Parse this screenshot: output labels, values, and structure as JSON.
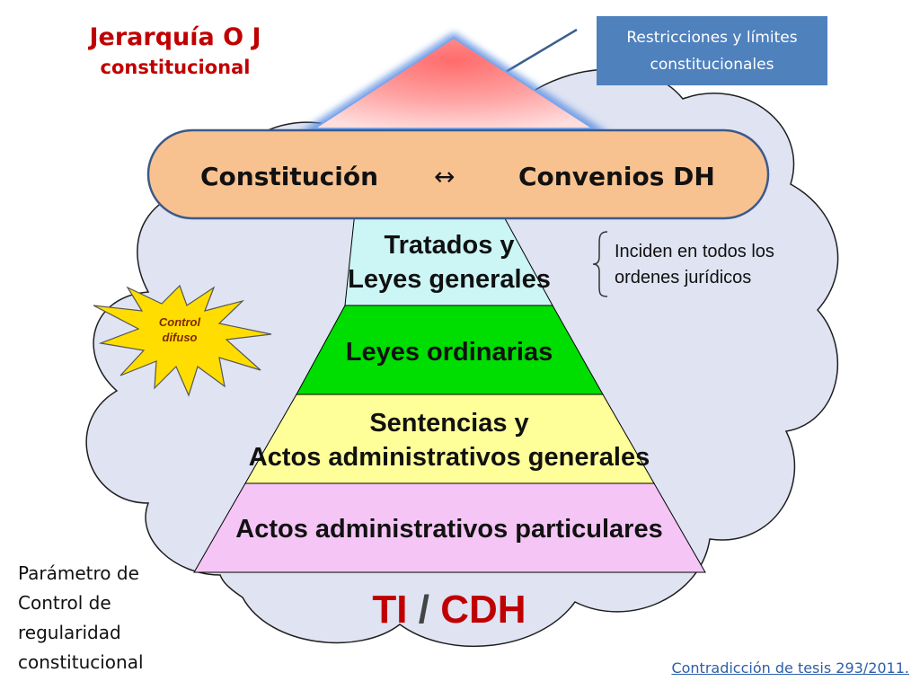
{
  "title": {
    "line1": "Jerarquía O J",
    "line2": "constitucional"
  },
  "callout": {
    "line1": "Restricciones y límites",
    "line2": "constitucionales"
  },
  "oval": {
    "left": "Constitución",
    "arrow": "↔",
    "right": "Convenios DH"
  },
  "levels": [
    {
      "line1": "Tratados y",
      "line2": "Leyes generales"
    },
    {
      "line1": "Leyes ordinarias"
    },
    {
      "line1": "Sentencias y",
      "line2": "Actos administrativos generales"
    },
    {
      "line1": "Actos administrativos particulares"
    }
  ],
  "side_note": {
    "line1": "Inciden en todos los",
    "line2": "ordenes jurídicos"
  },
  "burst": {
    "line1": "Control",
    "line2": "difuso"
  },
  "parametro": {
    "line1": "Parámetro de",
    "line2": "Control de",
    "line3": "regularidad",
    "line4": "constitucional"
  },
  "cloud_label": {
    "left": "TI",
    "slash": "/",
    "right": "CDH"
  },
  "reference": "Contradicción de tesis 293/2011.",
  "colors": {
    "cloud_fill": "#dfe3f2",
    "cloud_stroke": "#1f1f1f",
    "level1": "#ccf6f6",
    "level2": "#00dd00",
    "level3": "#ffff99",
    "level4": "#f5c6f5",
    "oval": "#f8c290",
    "burst": "#ffdd00",
    "title": "#c00000",
    "callout": "#4f81bd"
  }
}
